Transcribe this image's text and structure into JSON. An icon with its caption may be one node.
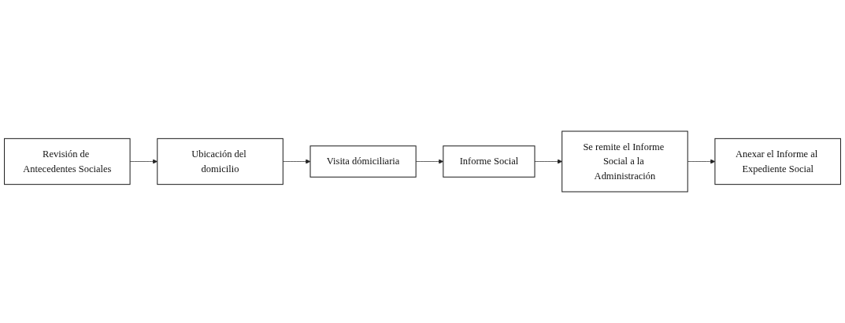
{
  "diagram": {
    "nodes": [
      {
        "text": [
          "Revisión de Antecedentes Sociales"
        ]
      },
      {
        "text": [
          "Ubicación del domicilio"
        ]
      },
      {
        "text": [
          "Visita dómiciliaria"
        ]
      },
      {
        "text": [
          "Informe Social"
        ]
      },
      {
        "text": [
          "Se remite el Informe Social a la Administración"
        ]
      },
      {
        "text": [
          "Anexar el Informe al Expediente Social"
        ]
      }
    ],
    "edges": [
      {
        "from": 0,
        "to": 1,
        "arrow": "to"
      },
      {
        "from": 1,
        "to": 2,
        "arrow": "to"
      },
      {
        "from": 2,
        "to": 3,
        "arrow": "to"
      },
      {
        "from": 3,
        "to": 4,
        "arrow": "to"
      },
      {
        "from": 4,
        "to": 5,
        "arrow": "to"
      }
    ]
  }
}
